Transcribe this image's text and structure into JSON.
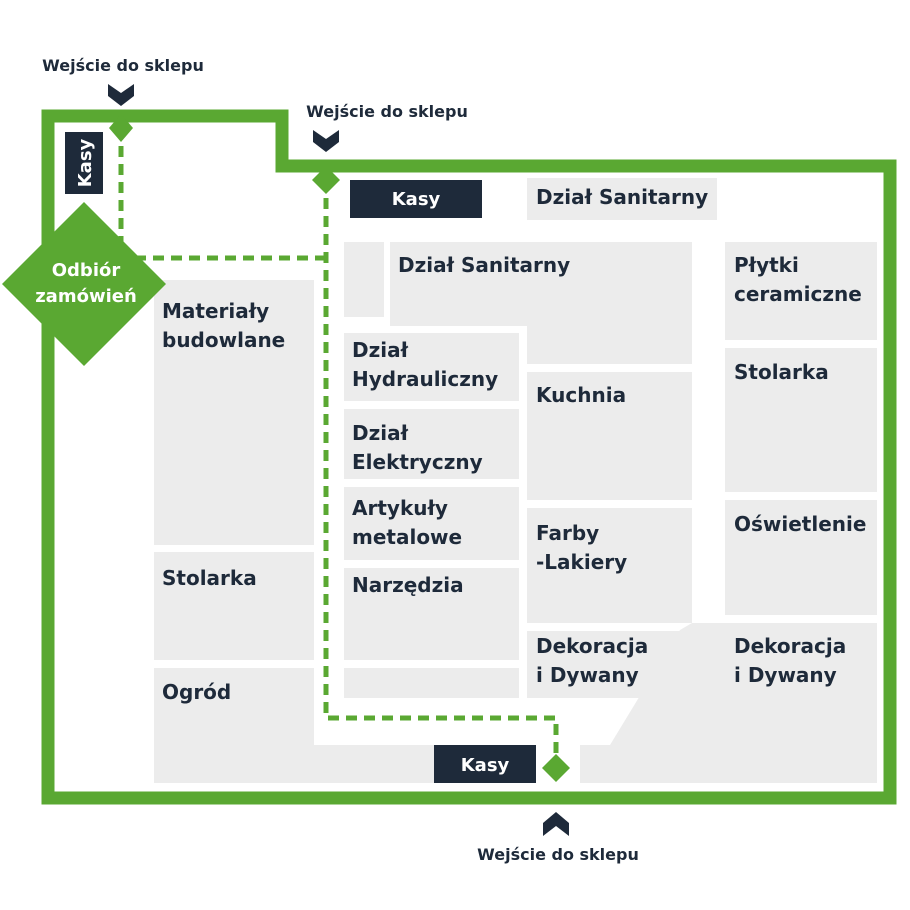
{
  "entrances": {
    "top_left": "Wejście do sklepu",
    "top_center": "Wejście do sklepu",
    "bottom": "Wejście do sklepu"
  },
  "checkouts": {
    "left": "Kasy",
    "top": "Kasy",
    "bottom": "Kasy"
  },
  "pickup": {
    "line1": "Odbiór",
    "line2": "zamówień"
  },
  "departments": {
    "sanitary_top": "Dział Sanitarny",
    "sanitary": "Dział Sanitarny",
    "tiles": [
      "Płytki",
      "ceramiczne"
    ],
    "joinery_right": "Stolarka",
    "lighting": "Oświetlenie",
    "decor_right": [
      "Dekoracja",
      "i Dywany"
    ],
    "building_materials": [
      "Materiały",
      "budowlane"
    ],
    "joinery_left": "Stolarka",
    "garden": "Ogród",
    "hydraulics": [
      "Dział",
      "Hydrauliczny"
    ],
    "electrical": [
      "Dział",
      "Elektryczny"
    ],
    "metal": [
      "Artykuły",
      "metalowe"
    ],
    "tools": "Narzędzia",
    "kitchen": "Kuchnia",
    "paints": [
      "Farby",
      "-Lakiery"
    ],
    "decor_center": [
      "Dekoracja",
      "i Dywany"
    ]
  },
  "colors": {
    "green": "#5aa832",
    "navy": "#1e2a3a",
    "zone": "#ececec"
  },
  "icons": {
    "entrance": "entrance-arrow-icon"
  }
}
